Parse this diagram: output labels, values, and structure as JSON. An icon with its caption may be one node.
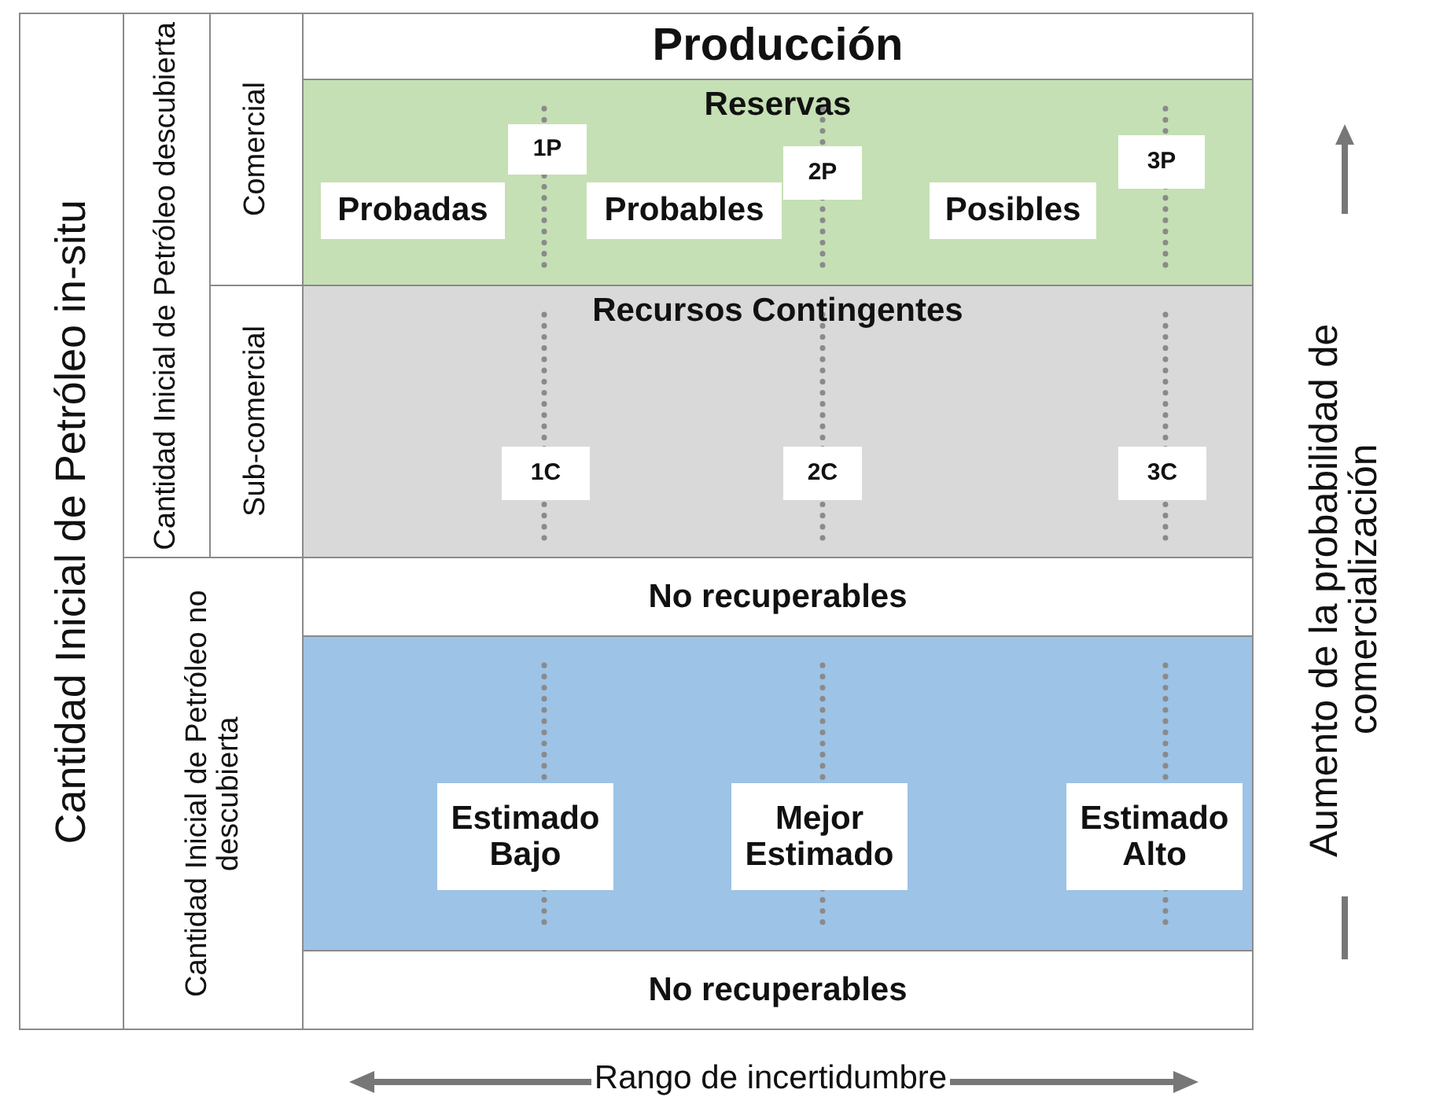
{
  "diagram": {
    "nodes": [
      {
        "text": [
          "Cantidad Inicial de Petróleo in-situ"
        ]
      },
      {
        "text": [
          "Cantidad Inicial de Petróleo descubierta"
        ]
      },
      {
        "text": [
          "Comercial"
        ]
      },
      {
        "text": [
          "Sub-comercial"
        ]
      },
      {
        "text": [
          "Cantidad Inicial de Petróleo no descubierta"
        ]
      },
      {
        "text": [
          "Producción"
        ]
      },
      {
        "text": [
          "Reservas"
        ]
      },
      {
        "text": [
          "1P"
        ],
        "in": 6
      },
      {
        "text": [
          "Probadas"
        ],
        "in": 6
      },
      {
        "text": [
          "Probables"
        ],
        "in": 6
      },
      {
        "text": [
          "2P"
        ],
        "in": 6
      },
      {
        "text": [
          "Posibles"
        ],
        "in": 6
      },
      {
        "text": [
          "3P"
        ],
        "in": 6
      },
      {
        "text": [
          "Recursos Contingentes"
        ]
      },
      {
        "text": [
          "1C"
        ],
        "in": 13
      },
      {
        "text": [
          "2C"
        ],
        "in": 13
      },
      {
        "text": [
          "3C"
        ],
        "in": 13
      },
      {
        "text": [
          "No recuperables"
        ]
      },
      {
        "text": [],
        "shape": "box"
      },
      {
        "text": [
          "Estimado Bajo"
        ],
        "in": 18
      },
      {
        "text": [
          "Mejor Estimado"
        ],
        "in": 18
      },
      {
        "text": [
          "Estimado Alto"
        ],
        "in": 18
      },
      {
        "text": [
          "No recuperables"
        ]
      }
    ],
    "labels": [
      "Aumento de la probabilidad de comercialización",
      "Rango de incertidumbre"
    ]
  }
}
